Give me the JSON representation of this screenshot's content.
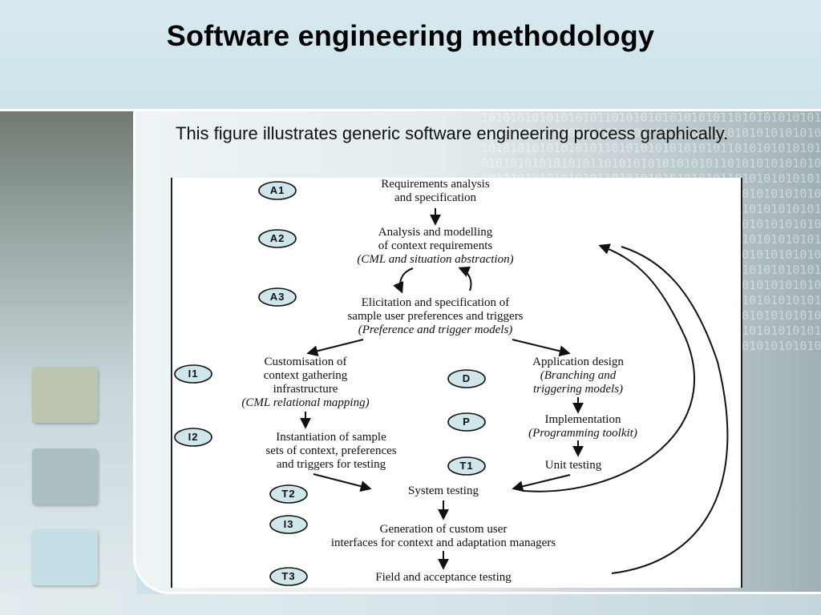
{
  "slide": {
    "title": "Software engineering methodology",
    "intro": "This figure illustrates generic software engineering process graphically."
  },
  "diagram": {
    "steps": [
      {
        "id": "a1",
        "badge": "A1",
        "lines": [
          "Requirements analysis",
          "and specification"
        ]
      },
      {
        "id": "a2",
        "badge": "A2",
        "lines": [
          "Analysis and modelling",
          "of context requirements",
          "(CML and situation abstraction)"
        ]
      },
      {
        "id": "a3",
        "badge": "A3",
        "lines": [
          "Elicitation and specification of",
          "sample user preferences and triggers",
          "(Preference and trigger models)"
        ]
      },
      {
        "id": "i1",
        "badge": "I1",
        "lines": [
          "Customisation of",
          "context gathering",
          "infrastructure",
          "(CML relational mapping)"
        ]
      },
      {
        "id": "d",
        "badge": "D",
        "lines": [
          "Application design",
          "(Branching and",
          "triggering models)"
        ]
      },
      {
        "id": "p",
        "badge": "P",
        "lines": [
          "Implementation",
          "(Programming toolkit)"
        ]
      },
      {
        "id": "i2",
        "badge": "I2",
        "lines": [
          "Instantiation of sample",
          "sets of context, preferences",
          "and triggers for testing"
        ]
      },
      {
        "id": "t1",
        "badge": "T1",
        "lines": [
          "Unit testing"
        ]
      },
      {
        "id": "t2",
        "badge": "T2",
        "lines": [
          "System testing"
        ]
      },
      {
        "id": "i3",
        "badge": "I3",
        "lines": [
          "Generation of custom user",
          "interfaces for context and adaptation managers"
        ]
      },
      {
        "id": "t3",
        "badge": "T3",
        "lines": [
          "Field and acceptance testing"
        ]
      }
    ]
  },
  "decor": {
    "binary_pattern": "10101010101010101"
  }
}
